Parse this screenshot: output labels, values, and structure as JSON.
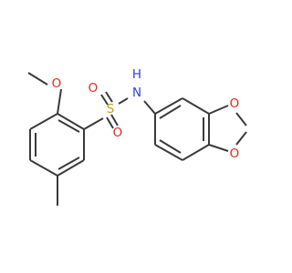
{
  "molecule": {
    "atoms": [
      {
        "id": "O_methoxy",
        "label": "O",
        "color": "#e8251d"
      },
      {
        "id": "O_sulfonyl_top",
        "label": "O",
        "color": "#e8251d"
      },
      {
        "id": "S",
        "label": "S",
        "color": "#c6a015"
      },
      {
        "id": "O_sulfonyl_bottom",
        "label": "O",
        "color": "#e8251d"
      },
      {
        "id": "N",
        "label": "N",
        "color": "#2a3ef2"
      },
      {
        "id": "H",
        "label": "H",
        "color": "#2a3ef2"
      },
      {
        "id": "O_dioxole_top",
        "label": "O",
        "color": "#e8251d"
      },
      {
        "id": "O_dioxole_bottom",
        "label": "O",
        "color": "#e8251d"
      }
    ],
    "colors": {
      "bond": "#3a3a3a",
      "oxygen": "#e8251d",
      "nitrogen": "#2a3ef2",
      "sulfur": "#c6a015",
      "background": "#ffffff"
    }
  }
}
